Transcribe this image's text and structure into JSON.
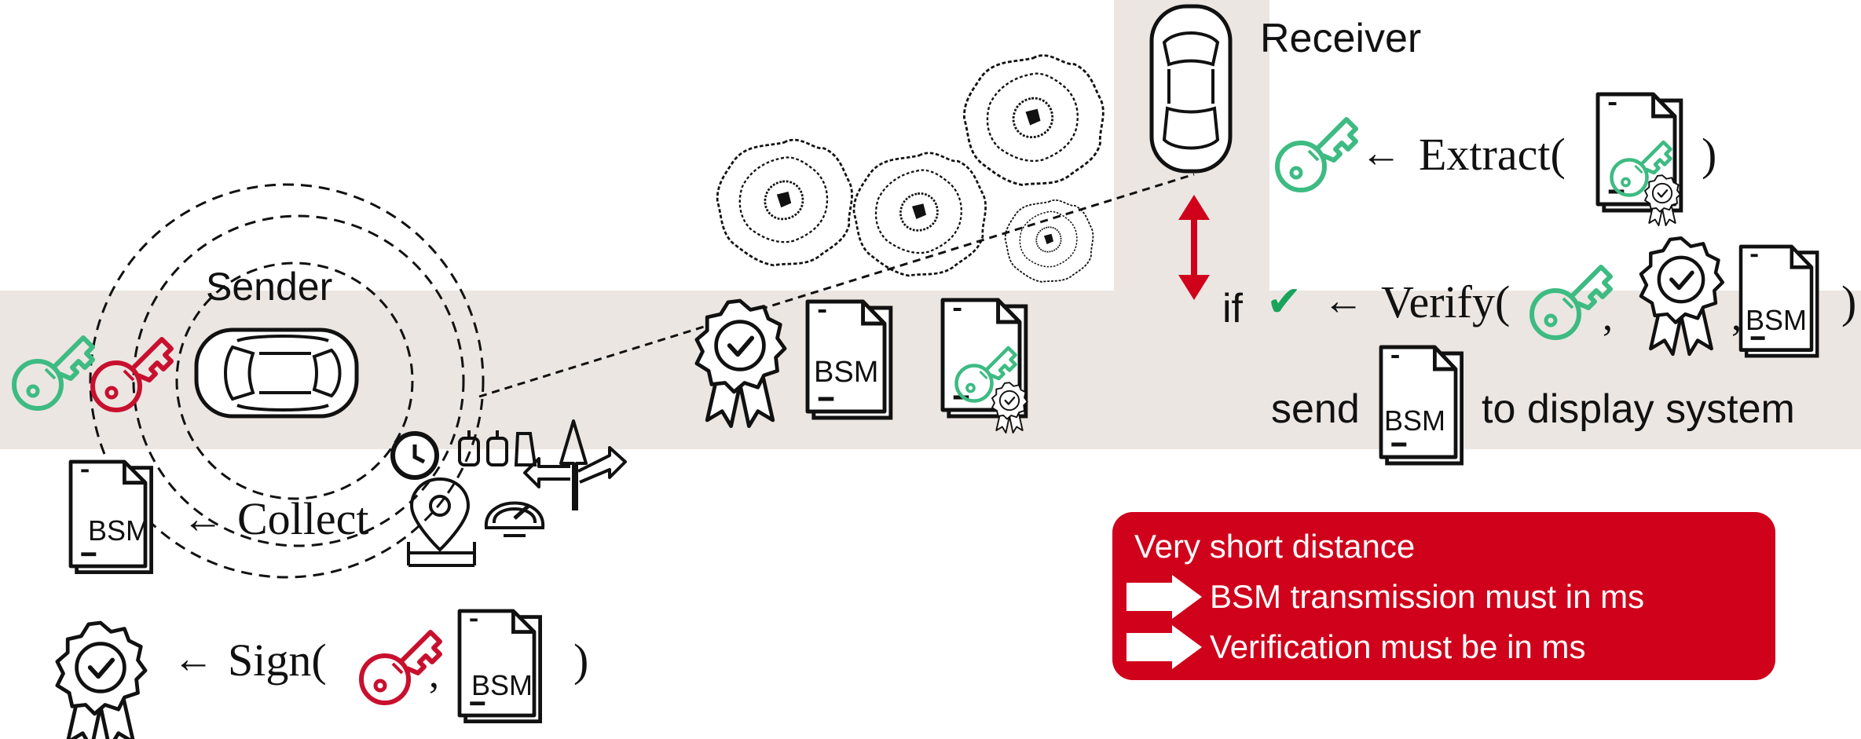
{
  "sender": {
    "title": "Sender",
    "collect_label": "Collect",
    "sign_label": "Sign(",
    "sign_close": ")",
    "bsm_label": "BSM",
    "arrow": "←",
    "comma": ","
  },
  "receiver": {
    "title": "Receiver",
    "extract_label": "Extract(",
    "extract_close": ")",
    "if_label": "if",
    "checkmark": "✔",
    "verify_label": "Verify(",
    "verify_close": ")",
    "send_label": "send",
    "display_label": "to display system",
    "bsm_label": "BSM"
  },
  "channel": {
    "bsm_label": "BSM"
  },
  "note": {
    "heading": "Very short distance",
    "bullets": [
      "BSM transmission must in ms",
      "Verification must be in ms"
    ]
  },
  "colors": {
    "road": "#ebe6e2",
    "green_key": "#3dbb82",
    "red_key": "#c8102e",
    "note_bg": "#d0021b",
    "arrow_red": "#d0021b",
    "check_green": "#1aa35b",
    "ink": "#111111"
  },
  "icons": {
    "key": "key-icon",
    "doc": "document-icon",
    "cert": "certificate-badge-icon",
    "car": "car-icon",
    "tree": "tree-icon"
  }
}
